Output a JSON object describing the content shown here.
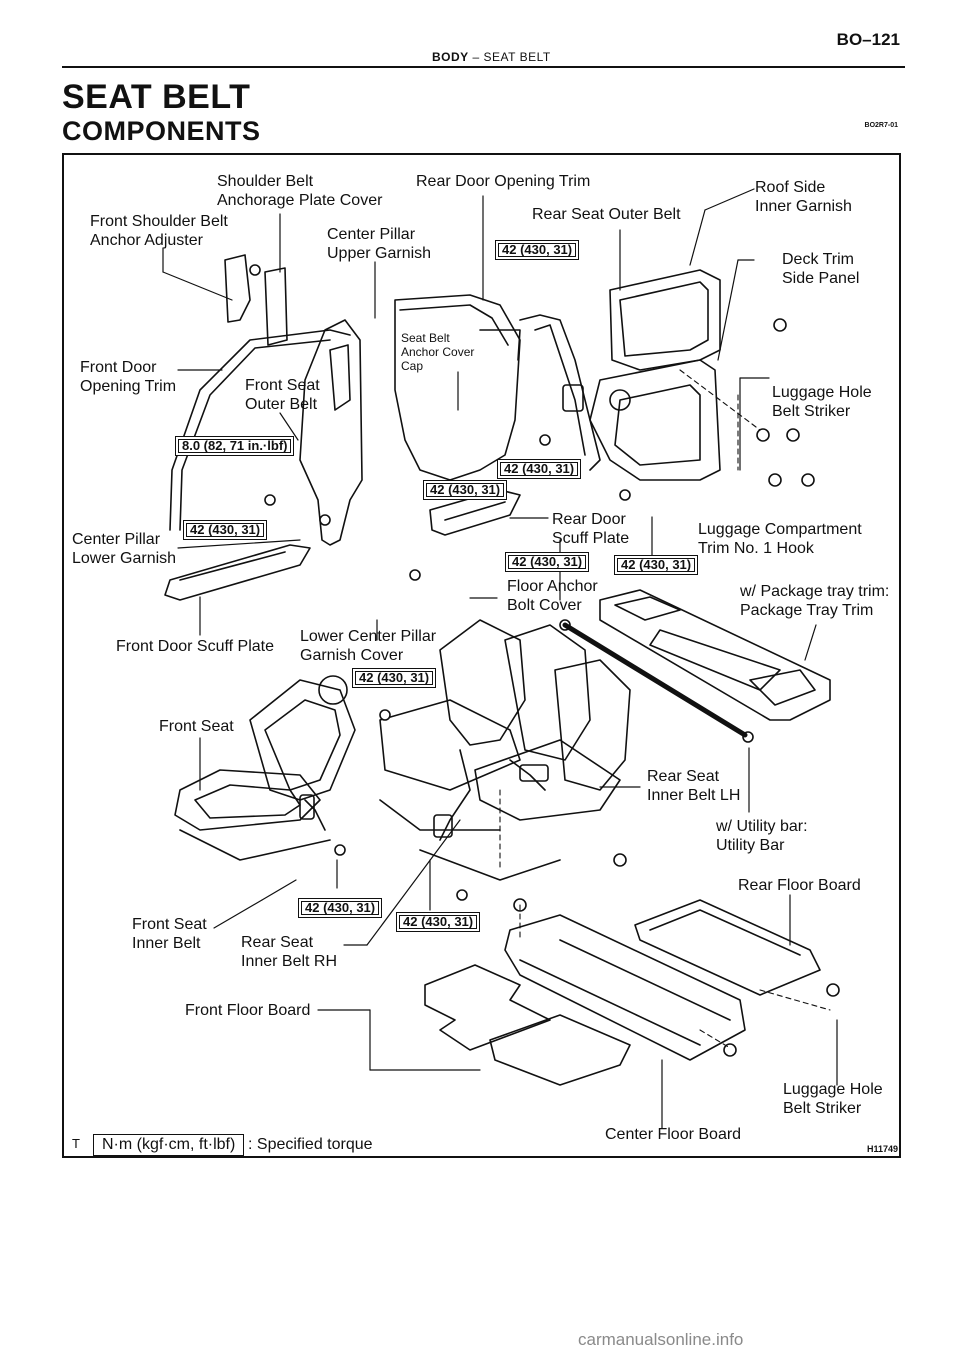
{
  "header": {
    "section": "BODY",
    "separator": "–",
    "subsection": "SEAT BELT",
    "page": "BO–121"
  },
  "title": "SEAT BELT",
  "subtitle": "COMPONENTS",
  "component_code": "BO2R7-01",
  "figure_code": "H11749",
  "labels": {
    "shoulder_belt_anchorage": "Shoulder Belt\nAnchorage Plate Cover",
    "rear_door_opening_trim": "Rear Door Opening Trim",
    "roof_side_inner_garnish": "Roof Side\nInner Garnish",
    "front_shoulder_belt_anchor_adjuster": "Front Shoulder Belt\nAnchor Adjuster",
    "center_pillar_upper_garnish": "Center Pillar\nUpper Garnish",
    "rear_seat_outer_belt": "Rear Seat Outer Belt",
    "deck_trim_side_panel": "Deck Trim\nSide Panel",
    "seat_belt_anchor_cover_cap": "Seat Belt\nAnchor Cover\nCap",
    "front_door_opening_trim": "Front Door\nOpening Trim",
    "front_seat_outer_belt": "Front Seat\nOuter Belt",
    "luggage_hole_belt_striker_top": "Luggage Hole\nBelt Striker",
    "rear_door_scuff_plate": "Rear Door\nScuff Plate",
    "center_pillar_lower_garnish": "Center Pillar\nLower Garnish",
    "luggage_compartment_trim_hook": "Luggage Compartment\nTrim No. 1 Hook",
    "floor_anchor_bolt_cover": "Floor Anchor\nBolt Cover",
    "package_tray_trim": "w/ Package tray trim:\nPackage Tray Trim",
    "front_door_scuff_plate": "Front Door Scuff Plate",
    "lower_center_pillar_garnish_cover": "Lower Center Pillar\nGarnish Cover",
    "front_seat": "Front Seat",
    "rear_seat_inner_belt_lh": "Rear Seat\nInner Belt LH",
    "utility_bar": "w/ Utility bar:\nUtility Bar",
    "rear_floor_board": "Rear Floor Board",
    "front_seat_inner_belt": "Front Seat\nInner Belt",
    "rear_seat_inner_belt_rh": "Rear Seat\nInner Belt RH",
    "front_floor_board": "Front Floor Board",
    "luggage_hole_belt_striker_bottom": "Luggage Hole\nBelt Striker",
    "center_floor_board": "Center Floor Board"
  },
  "torques": {
    "t1": "42 (430, 31)",
    "t2": "8.0 (82, 71 in.·lbf)",
    "t3": "42 (430, 31)",
    "t4": "42 (430, 31)",
    "t5": "42 (430, 31)",
    "t6": "42 (430, 31)",
    "t7": "42 (430, 31)",
    "t8": "42 (430, 31)",
    "t9": "42 (430, 31)",
    "t10": "42 (430, 31)"
  },
  "legend": {
    "marker": "T",
    "unit": "N·m (kgf·cm, ft·lbf)",
    "text": ": Specified torque"
  },
  "watermark": "carmanualsonline.info"
}
